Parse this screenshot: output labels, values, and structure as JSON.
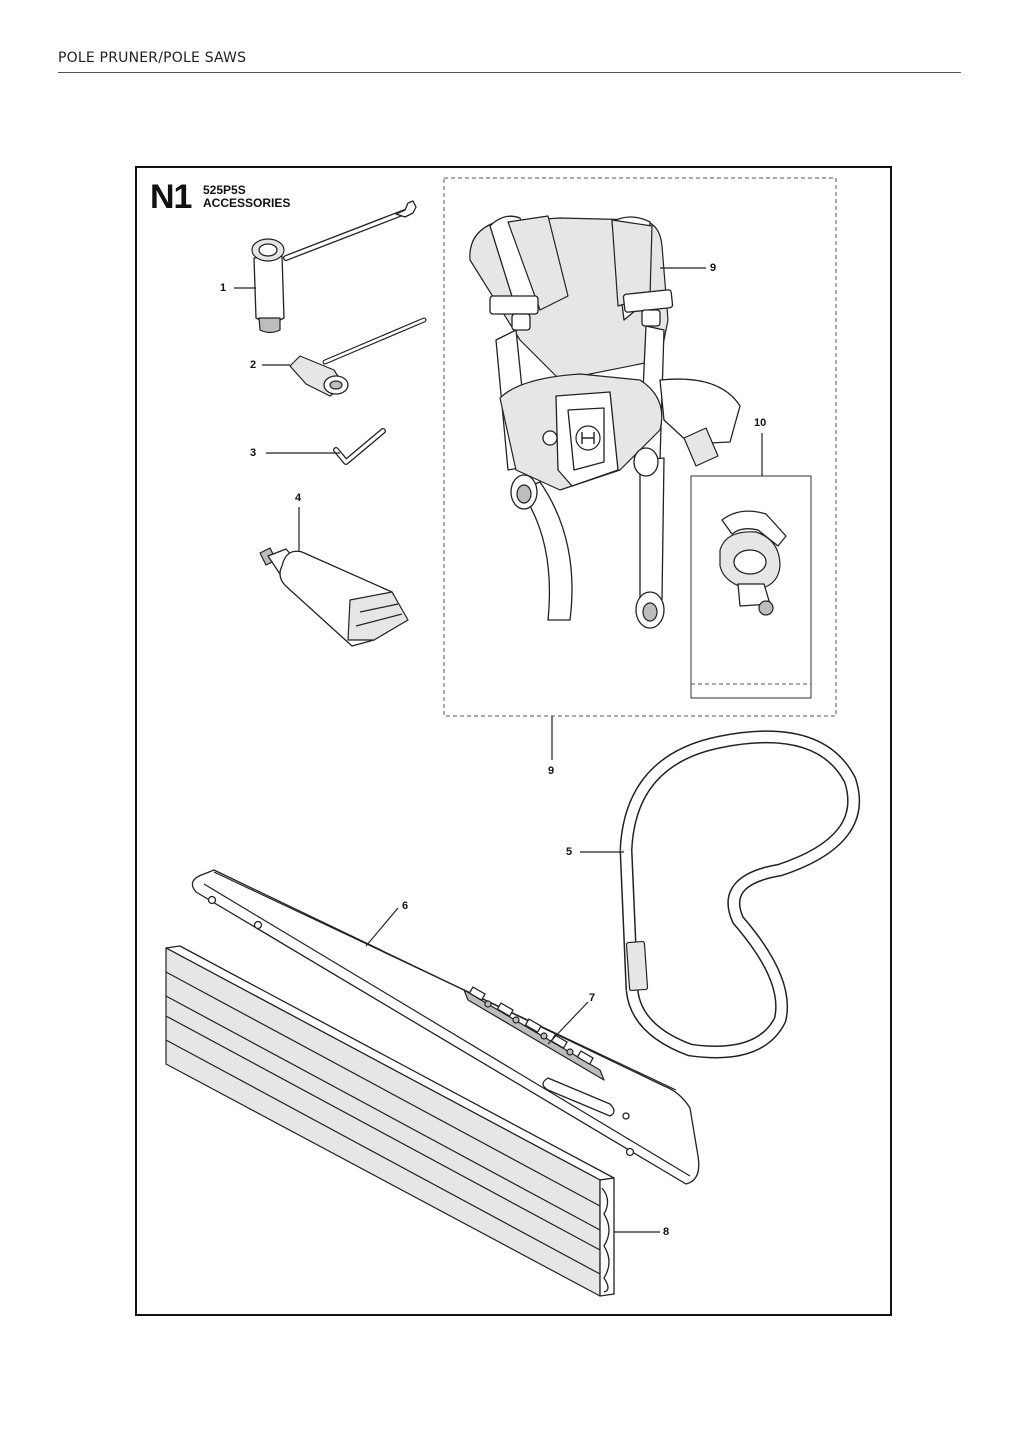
{
  "header": {
    "title": "POLE PRUNER/POLE SAWS"
  },
  "section": {
    "id": "N1",
    "model": "525P5S",
    "title": "ACCESSORIES"
  },
  "callouts": [
    "1",
    "2",
    "3",
    "4",
    "9",
    "10",
    "9",
    "5",
    "6",
    "7",
    "8"
  ]
}
